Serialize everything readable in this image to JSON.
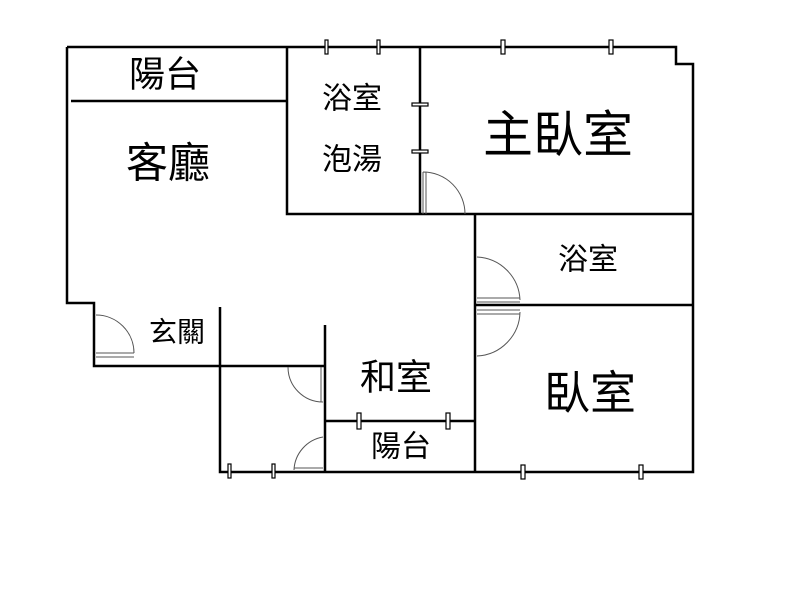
{
  "title": "Floor plan",
  "rooms": {
    "balcony_top": "陽台",
    "living_room": "客廳",
    "bath_top_line1": "浴室",
    "bath_top_line2": "泡湯",
    "master_bedroom": "主臥室",
    "bath_right": "浴室",
    "entrance": "玄關",
    "japanese_room": "和室",
    "balcony_bottom": "陽台",
    "bedroom": "臥室"
  }
}
